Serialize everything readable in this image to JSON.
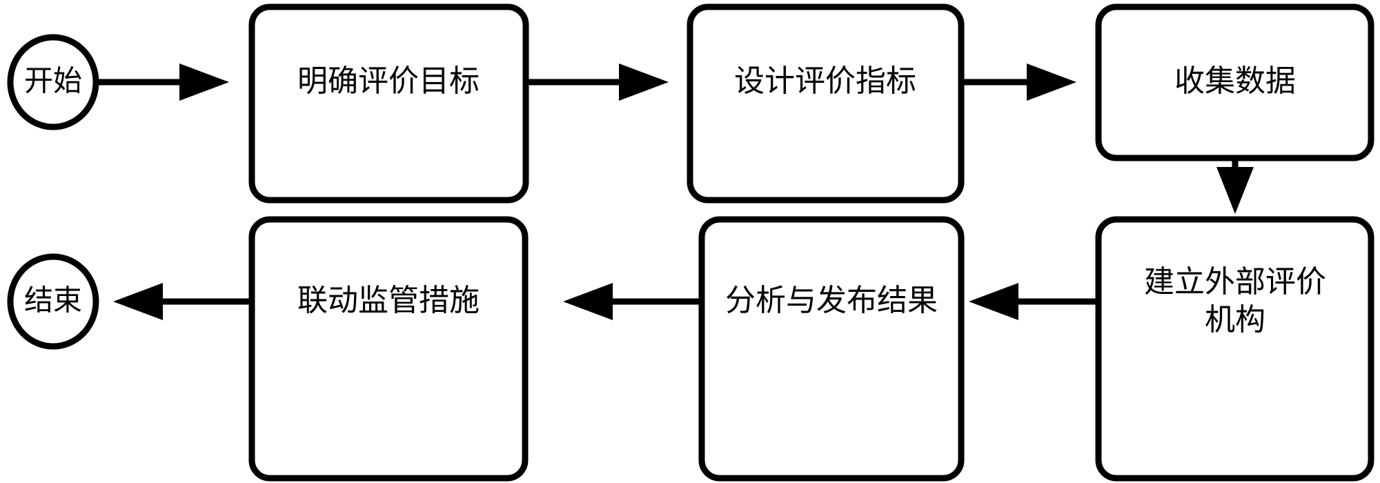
{
  "diagram": {
    "type": "flowchart",
    "orientation": "serpentine-horizontal",
    "background_color": "#ffffff",
    "line_color": "#000000",
    "fill_color": "#ffffff",
    "nodes": [
      {
        "id": "start",
        "shape": "ellipse",
        "label": "开始",
        "label_line1": "开始",
        "label_line2": ""
      },
      {
        "id": "step1",
        "shape": "rounded-rect",
        "label": "明确评价目标",
        "label_line1": "明确评价目标",
        "label_line2": ""
      },
      {
        "id": "step2",
        "shape": "rounded-rect",
        "label": "设计评价指标",
        "label_line1": "设计评价指标",
        "label_line2": ""
      },
      {
        "id": "step3",
        "shape": "rounded-rect",
        "label": "收集数据",
        "label_line1": "收集数据",
        "label_line2": ""
      },
      {
        "id": "step4",
        "shape": "rounded-rect",
        "label": "建立外部评价机构",
        "label_line1": "建立外部评价",
        "label_line2": "机构"
      },
      {
        "id": "step5",
        "shape": "rounded-rect",
        "label": "分析与发布结果",
        "label_line1": "分析与发布结果",
        "label_line2": ""
      },
      {
        "id": "step6",
        "shape": "rounded-rect",
        "label": "联动监管措施",
        "label_line1": "联动监管措施",
        "label_line2": ""
      },
      {
        "id": "end",
        "shape": "ellipse",
        "label": "结束",
        "label_line1": "结束",
        "label_line2": ""
      }
    ],
    "edges": [
      {
        "from": "start",
        "to": "step1",
        "direction": "right"
      },
      {
        "from": "step1",
        "to": "step2",
        "direction": "right"
      },
      {
        "from": "step2",
        "to": "step3",
        "direction": "right"
      },
      {
        "from": "step3",
        "to": "step4",
        "direction": "down"
      },
      {
        "from": "step4",
        "to": "step5",
        "direction": "left"
      },
      {
        "from": "step5",
        "to": "step6",
        "direction": "left"
      },
      {
        "from": "step6",
        "to": "end",
        "direction": "left"
      }
    ]
  }
}
